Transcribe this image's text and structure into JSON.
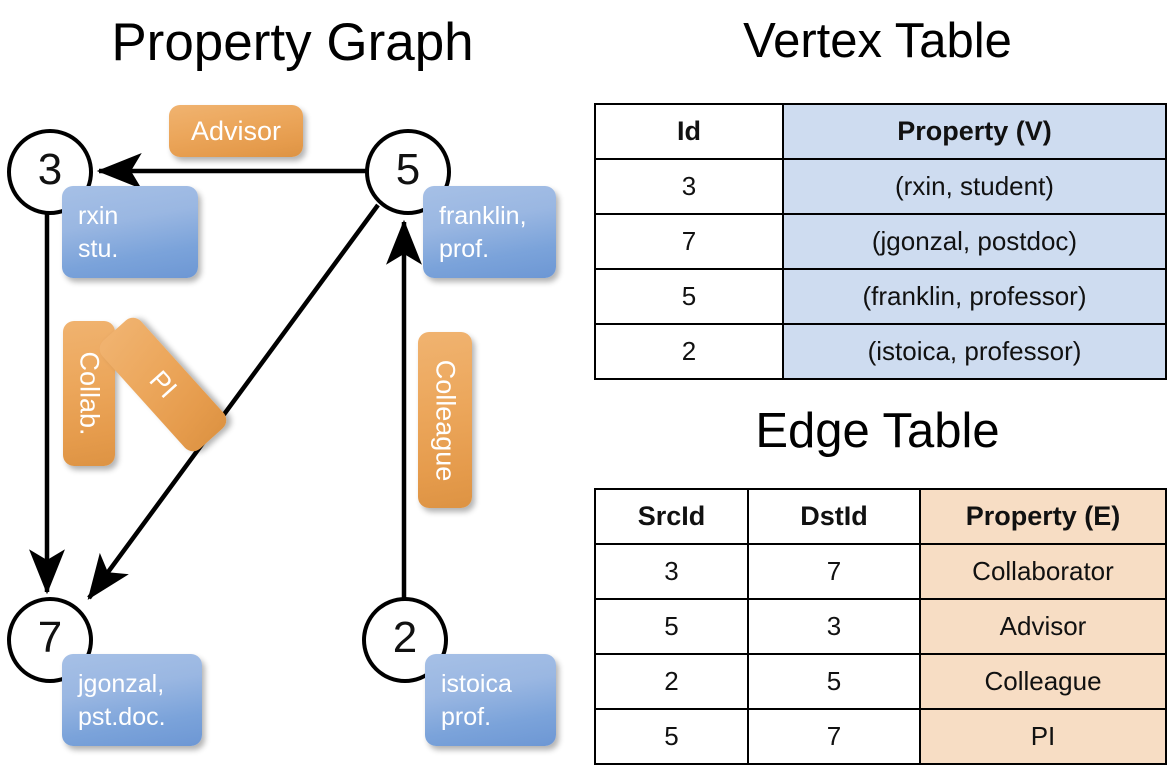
{
  "titles": {
    "property_graph": "Property Graph",
    "vertex_table": "Vertex Table",
    "edge_table": "Edge Table"
  },
  "graph": {
    "nodes": [
      {
        "id": "3",
        "property": "rxin\nstu."
      },
      {
        "id": "5",
        "property": "franklin,\nprof."
      },
      {
        "id": "7",
        "property": "jgonzal,\npst.doc."
      },
      {
        "id": "2",
        "property": "istoica\nprof."
      }
    ],
    "node_labels": {
      "n3": "3",
      "n5": "5",
      "n7": "7",
      "n2": "2"
    },
    "property_labels": {
      "p3_line1": "rxin",
      "p3_line2": "stu.",
      "p5_line1": "franklin,",
      "p5_line2": "prof.",
      "p7_line1": "jgonzal,",
      "p7_line2": "pst.doc.",
      "p2_line1": "istoica",
      "p2_line2": "prof."
    },
    "edge_labels": {
      "advisor": "Advisor",
      "collab": "Collab.",
      "pi": "PI",
      "colleague": "Colleague"
    },
    "edges": [
      {
        "from": "5",
        "to": "3",
        "label": "Advisor"
      },
      {
        "from": "3",
        "to": "7",
        "label": "Collab."
      },
      {
        "from": "5",
        "to": "7",
        "label": "PI"
      },
      {
        "from": "2",
        "to": "5",
        "label": "Colleague"
      }
    ]
  },
  "vertex_table": {
    "headers": [
      "Id",
      "Property (V)"
    ],
    "rows": [
      {
        "id": "3",
        "property": "(rxin, student)"
      },
      {
        "id": "7",
        "property": "(jgonzal, postdoc)"
      },
      {
        "id": "5",
        "property": "(franklin, professor)"
      },
      {
        "id": "2",
        "property": "(istoica, professor)"
      }
    ]
  },
  "edge_table": {
    "headers": [
      "SrcId",
      "DstId",
      "Property (E)"
    ],
    "rows": [
      {
        "src": "3",
        "dst": "7",
        "property": "Collaborator"
      },
      {
        "src": "5",
        "dst": "3",
        "property": "Advisor"
      },
      {
        "src": "2",
        "dst": "5",
        "property": "Colleague"
      },
      {
        "src": "5",
        "dst": "7",
        "property": "PI"
      }
    ]
  },
  "colors": {
    "vertex_property_fill": "#cedcf0",
    "edge_property_fill": "#f7ddc4",
    "node_box_blue": "#8fb0e0",
    "edge_label_orange": "#eca75c",
    "stroke": "#000000",
    "background": "#ffffff"
  }
}
